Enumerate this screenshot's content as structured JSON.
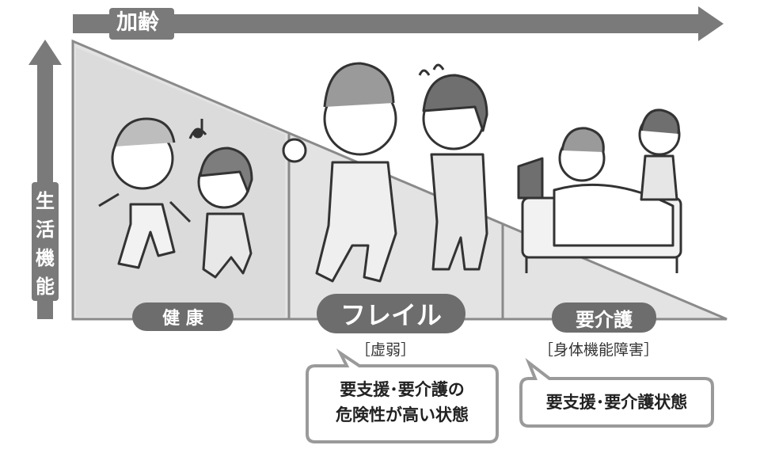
{
  "axes": {
    "horizontal_label": "加齢",
    "vertical_label": [
      "生",
      "活",
      "機",
      "能"
    ]
  },
  "stages": [
    {
      "name": "健 康",
      "sub": ""
    },
    {
      "name": "フレイル",
      "sub": "［虚弱］"
    },
    {
      "name": "要介護",
      "sub": "［身体機能障害］"
    }
  ],
  "bubbles": {
    "frailty": [
      "要支援･要介護の",
      "危険性が高い状態"
    ],
    "care": [
      "要支援･要介護状態"
    ]
  },
  "colors": {
    "panel": "#e3e3e3",
    "panel_edge": "#8a8a8a",
    "label_bg": "#6d6d6d",
    "arrow": "#7a7a7a",
    "outline": "#333333"
  }
}
